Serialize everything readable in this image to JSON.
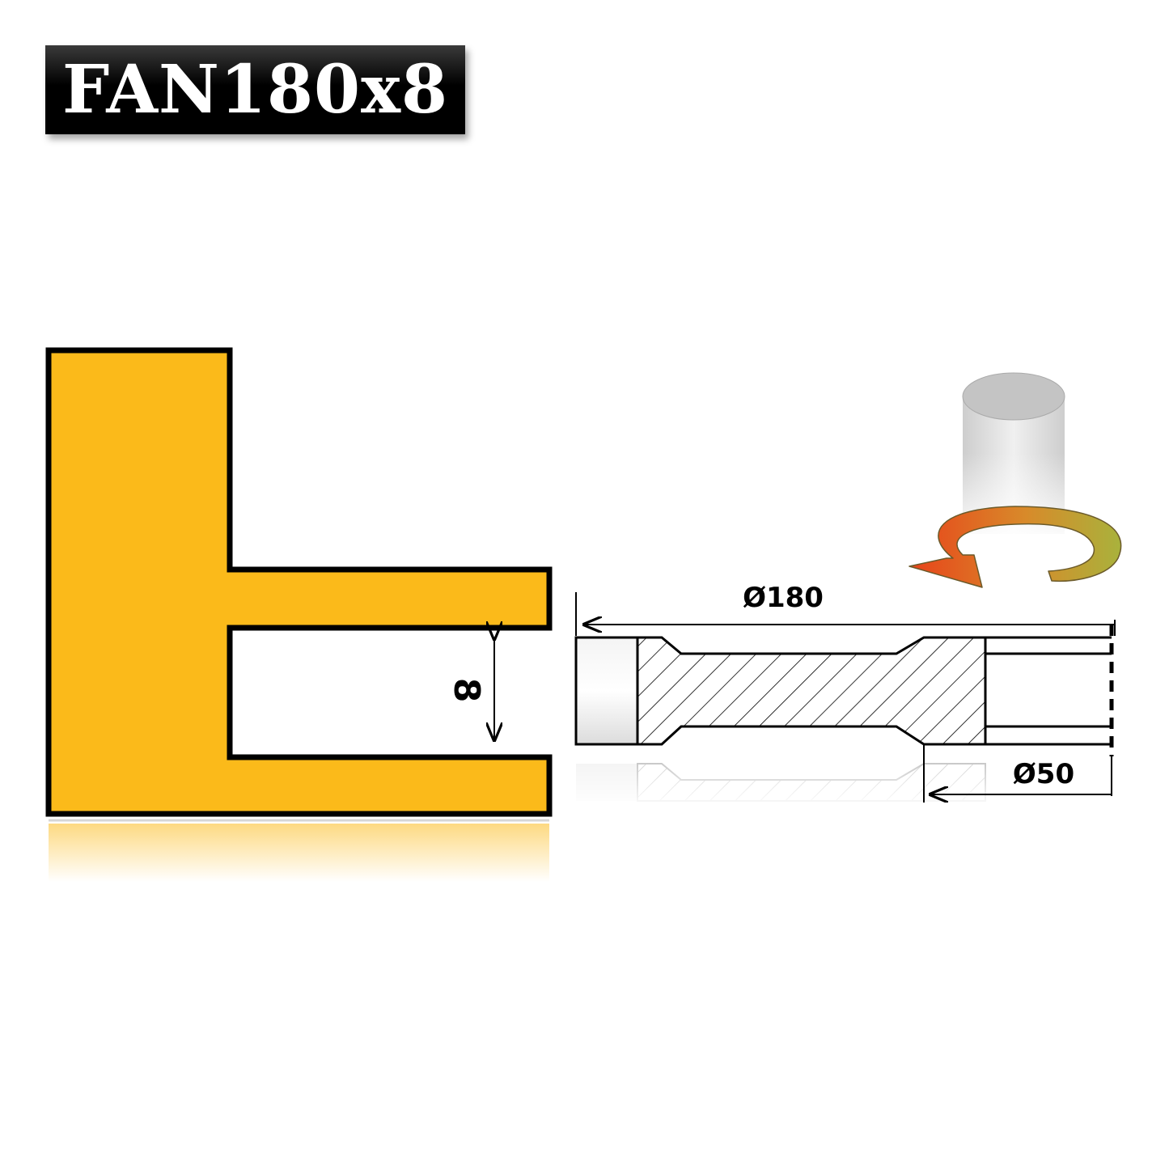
{
  "title": "FAN180x8",
  "dimensions": {
    "slot_width": "8",
    "outer_diameter": "Ø180",
    "bore_diameter": "Ø50"
  },
  "colors": {
    "profile_fill": "#FBBA1A",
    "outline": "#000000",
    "title_bg": "#000000",
    "title_text": "#FFFFFF",
    "rotation_arrow_start": "#E8431A",
    "rotation_arrow_end": "#A9B23C"
  },
  "icons": {
    "rotation": "rotation-arrow-icon",
    "spindle": "spindle-cylinder-icon"
  }
}
